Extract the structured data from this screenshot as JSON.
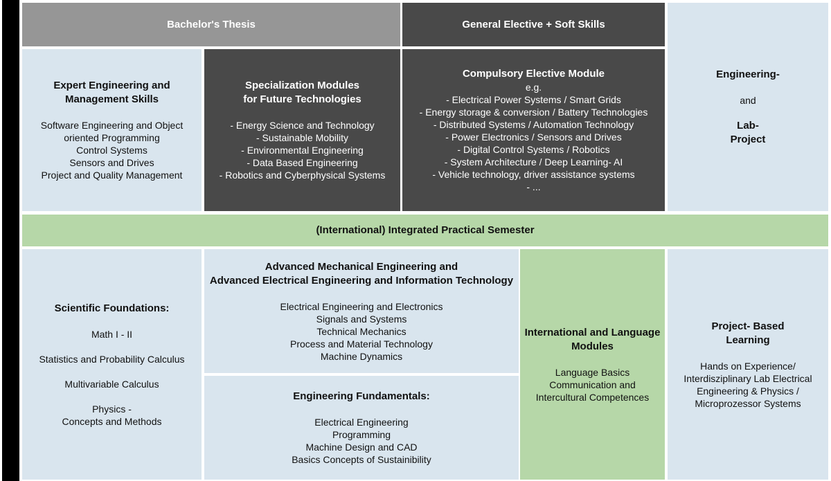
{
  "thesis": {
    "title": "Bachelor's Thesis"
  },
  "general_elective": {
    "title": "General Elective + Soft Skills"
  },
  "expert": {
    "title": [
      "Expert Engineering and",
      "Management Skills"
    ],
    "items": [
      "Software Engineering and Object",
      "oriented Programming",
      "Control Systems",
      "Sensors and Drives",
      "Project and Quality Management"
    ]
  },
  "specialization": {
    "title": [
      "Specialization Modules",
      "for Future Technologies"
    ],
    "items": [
      "- Energy Science and Technology",
      "- Sustainable Mobility",
      "- Environmental Engineering",
      "- Data Based Engineering",
      "- Robotics and Cyberphysical Systems"
    ]
  },
  "compulsory": {
    "title": "Compulsory Elective Module",
    "items": [
      "e.g.",
      "- Electrical Power Systems / Smart Grids",
      "- Energy storage & conversion / Battery Technologies",
      "- Distributed Systems / Automation Technology",
      "- Power Electronics / Sensors and Drives",
      "- Digital Control Systems / Robotics",
      "- System Architecture / Deep Learning- AI",
      "- Vehicle technology, driver assistance systems",
      "- ..."
    ]
  },
  "lab_project": {
    "line1": "Engineering-",
    "line2": "and",
    "line3": "Lab-",
    "line4": "Project"
  },
  "practical_semester": {
    "title": "(International) Integrated Practical Semester"
  },
  "scientific": {
    "title": "Scientific Foundations:",
    "items": [
      "Math I - II",
      "Statistics and Probability Calculus",
      "Multivariable Calculus",
      "Physics -",
      "Concepts and Methods"
    ]
  },
  "advanced": {
    "title": [
      "Advanced Mechanical Engineering and",
      "Advanced Electrical Engineering and Information Technology"
    ],
    "items": [
      "Electrical Engineering and Electronics",
      "Signals and Systems",
      "Technical Mechanics",
      "Process and Material Technology",
      "Machine Dynamics"
    ]
  },
  "fundamentals": {
    "title": "Engineering Fundamentals:",
    "items": [
      "Electrical Engineering",
      "Programming",
      "Machine Design and CAD",
      "Basics Concepts of Sustainibility"
    ]
  },
  "language": {
    "title": [
      "International and Language",
      "Modules"
    ],
    "items": [
      "Language Basics",
      "Communication and",
      "Intercultural Competences"
    ]
  },
  "project_based": {
    "title": [
      "Project- Based",
      "Learning"
    ],
    "items": [
      "Hands on Experience/",
      "Interdisziplinary Lab Electrical",
      "Engineering & Physics /",
      "Microprozessor Systems"
    ]
  },
  "colors": {
    "light": "#d9e5ee",
    "dark": "#494949",
    "grey": "#969696",
    "green": "#b6d7a8"
  }
}
